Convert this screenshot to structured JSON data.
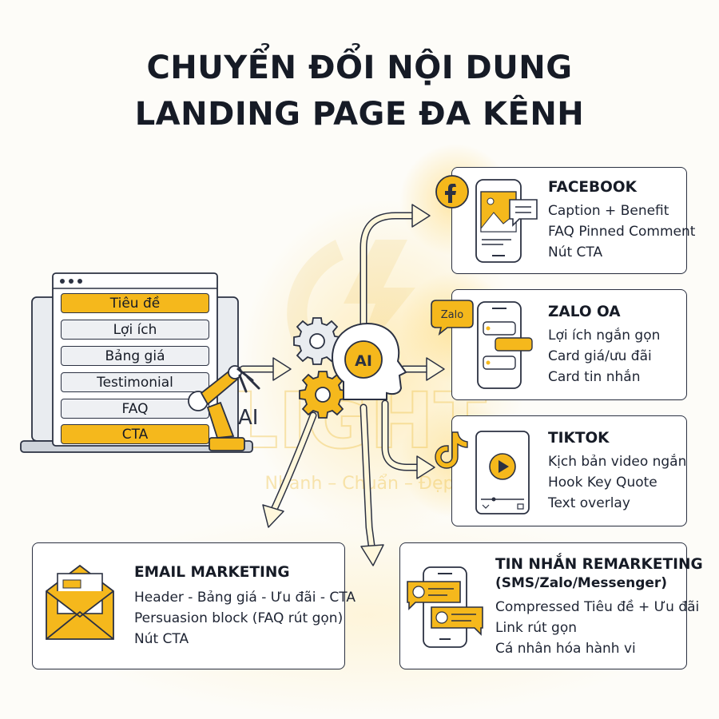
{
  "title": {
    "line1": "CHUYỂN ĐỔI NỘI DUNG",
    "line2": "LANDING PAGE ĐA KÊNH"
  },
  "landing_page": {
    "sections": [
      {
        "label": "Tiêu đề",
        "highlight": true
      },
      {
        "label": "Lợi ích",
        "highlight": false
      },
      {
        "label": "Bảng giá",
        "highlight": false
      },
      {
        "label": "Testimonial",
        "highlight": false
      },
      {
        "label": "FAQ",
        "highlight": false
      },
      {
        "label": "CTA",
        "highlight": true
      }
    ],
    "robot_label": "AI"
  },
  "ai_hub": {
    "brain_label": "AI"
  },
  "watermark": {
    "brand": "LIGHT",
    "tagline": "Nhanh – Chuẩn – Đẹp"
  },
  "channels": {
    "facebook": {
      "title": "FACEBOOK",
      "lines": [
        "Caption + Benefit",
        "FAQ Pinned Comment",
        "Nút CTA"
      ]
    },
    "zalo": {
      "title": "ZALO OA",
      "badge": "Zalo",
      "lines": [
        "Lợi ích ngắn gọn",
        "Card giá/ưu đãi",
        "Card tin nhắn"
      ]
    },
    "tiktok": {
      "title": "TIKTOK",
      "lines": [
        "Kịch bản video ngắn",
        "Hook Key Quote",
        "Text overlay"
      ]
    },
    "email": {
      "title": "EMAIL MARKETING",
      "lines": [
        "Header - Bảng giá - Ưu đãi - CTA",
        "Persuasion block (FAQ rút gọn)",
        "Nút CTA"
      ]
    },
    "remarketing": {
      "title": "TIN NHẮN REMARKETING",
      "subtitle": "(SMS/Zalo/Messenger)",
      "lines": [
        "Compressed Tiêu đề + Ưu đãi",
        "Link rút gọn",
        "Cá nhân hóa hành vi"
      ]
    }
  },
  "colors": {
    "accent": "#f5b81c",
    "ink": "#2b3142",
    "panel": "#eef0f3"
  }
}
